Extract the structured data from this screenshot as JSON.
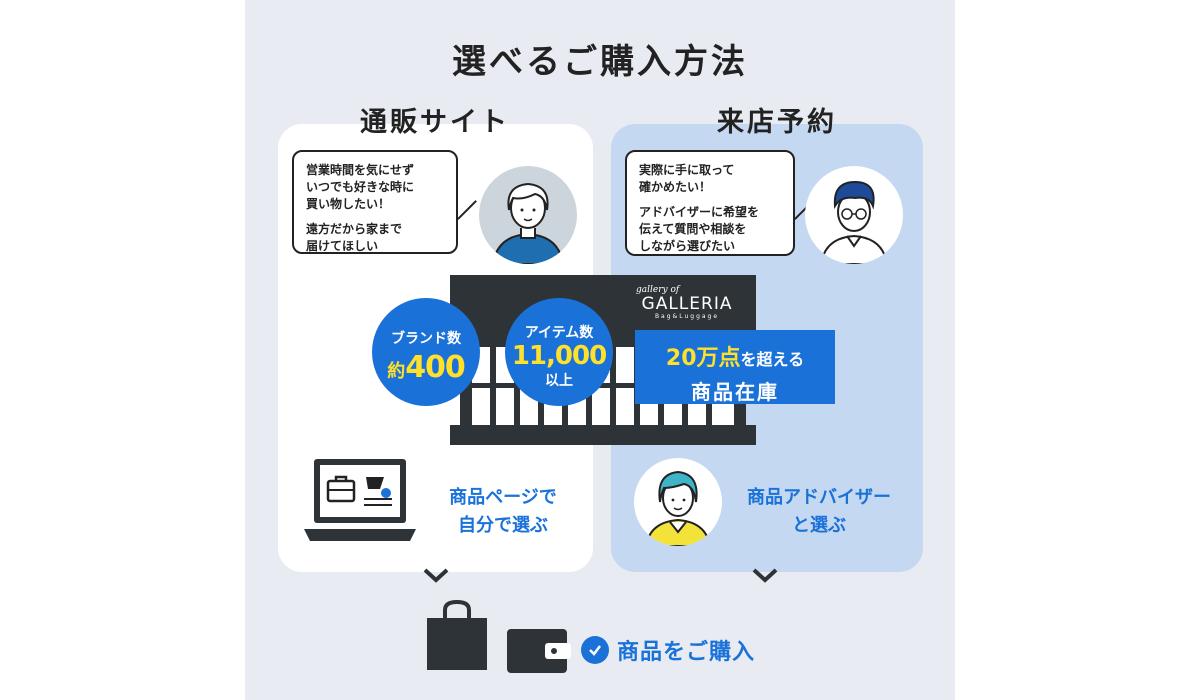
{
  "title": "選べるご購入方法",
  "left": {
    "heading": "通販サイト",
    "bubble": {
      "line1": "営業時間を気にせず\nいつでも好きな時に\n買い物したい！",
      "line2": "遠方だから家まで\n届けてほしい"
    },
    "action": "商品ページで\n自分で選ぶ"
  },
  "right": {
    "heading": "来店予約",
    "bubble": {
      "line1": "実際に手に取って\n確かめたい！",
      "line2": "アドバイザーに希望を\n伝えて質問や相談を\nしながら選びたい"
    },
    "action": "商品アドバイザー\nと選ぶ"
  },
  "store": {
    "logo_script": "gallery of",
    "logo_name": "GALLERIA",
    "logo_sub": "Bag&Luggage"
  },
  "stats": {
    "brands_label": "ブランド数",
    "brands_prefix": "約",
    "brands_value": "400",
    "items_label": "アイテム数",
    "items_value": "11,000",
    "items_suffix": "以上",
    "stock_value": "20万点",
    "stock_mid": "を超える",
    "stock_label": "商品在庫"
  },
  "footer": {
    "purchase": "商品をご購入"
  },
  "colors": {
    "accent": "#1a72d9",
    "highlight": "#ffe02a",
    "panel": "#e8ecf2",
    "right_card": "#c5d8f1"
  },
  "icons": [
    "laptop-shop-icon",
    "shopping-bag-icon",
    "wallet-icon",
    "check-circle-icon",
    "chevron-down-icon"
  ]
}
